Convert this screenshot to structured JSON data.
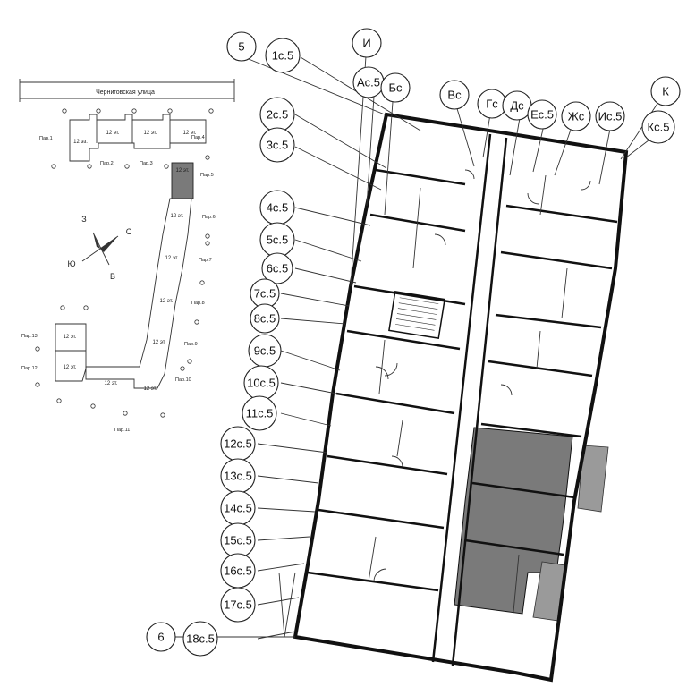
{
  "street_name": "Черниговская улица",
  "compass": {
    "north": "С",
    "south": "Ю",
    "east": "В",
    "west": "З"
  },
  "key_plan": {
    "floors_label": "12 эт.",
    "floors_label_alt": "12 эз.",
    "sections": [
      "Пар.1",
      "Пар.2",
      "Пар.3",
      "Пар.4",
      "Пар.5",
      "Пар.6",
      "Пар.7",
      "Пар.8",
      "Пар.9",
      "Пар.10",
      "Пар.11",
      "Пар.12",
      "Пар.13"
    ],
    "highlighted_section": "Пар.5"
  },
  "grid_axes": [
    "5",
    "И",
    "К",
    "6"
  ],
  "column_tags_top": [
    "1с.5",
    "Ас.5",
    "Бс",
    "Вс",
    "Гс",
    "Дс",
    "Ес.5",
    "Жс",
    "Ис.5",
    "Кс.5"
  ],
  "row_tags_left": [
    "2с.5",
    "3с.5",
    "4с.5",
    "5с.5",
    "6с.5",
    "7с.5",
    "8с.5",
    "9с.5",
    "10с.5",
    "11с.5",
    "12с.5",
    "13с.5",
    "14с.5",
    "15с.5",
    "16с.5",
    "17с.5",
    "18с.5"
  ],
  "colors": {
    "line": "#111111",
    "highlight": "#7a7a7a",
    "balcony": "#9a9a9a"
  }
}
